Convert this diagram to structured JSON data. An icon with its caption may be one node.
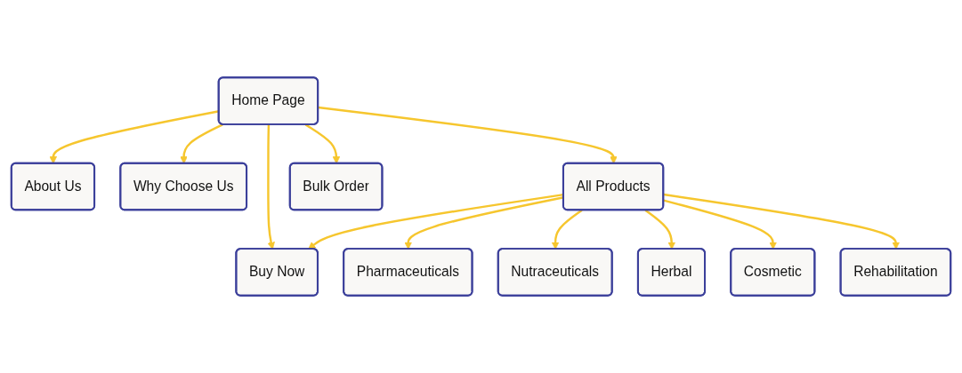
{
  "diagram": {
    "nodes": [
      {
        "text": [
          "Home Page"
        ]
      },
      {
        "text": [
          "About Us"
        ]
      },
      {
        "text": [
          "Why Choose Us"
        ]
      },
      {
        "text": [
          "All Products"
        ]
      },
      {
        "text": [
          "Buy Now"
        ]
      },
      {
        "text": [
          "Bulk Order"
        ]
      },
      {
        "text": [
          "Pharmaceuticals"
        ]
      },
      {
        "text": [
          "Nutraceuticals"
        ]
      },
      {
        "text": [
          "Herbal"
        ]
      },
      {
        "text": [
          "Cosmetic"
        ]
      },
      {
        "text": [
          "Rehabilitation"
        ]
      }
    ],
    "edges": [
      {
        "from": 0,
        "to": 1,
        "arrow": "to"
      },
      {
        "from": 0,
        "to": 2,
        "arrow": "to"
      },
      {
        "from": 0,
        "to": 3,
        "arrow": "to"
      },
      {
        "from": 0,
        "to": 4,
        "arrow": "to"
      },
      {
        "from": 0,
        "to": 5,
        "arrow": "to"
      },
      {
        "from": 3,
        "to": 4,
        "arrow": "to"
      },
      {
        "from": 3,
        "to": 6,
        "arrow": "to"
      },
      {
        "from": 3,
        "to": 7,
        "arrow": "to"
      },
      {
        "from": 3,
        "to": 8,
        "arrow": "to"
      },
      {
        "from": 3,
        "to": 9,
        "arrow": "to"
      },
      {
        "from": 3,
        "to": 10,
        "arrow": "to"
      }
    ]
  }
}
